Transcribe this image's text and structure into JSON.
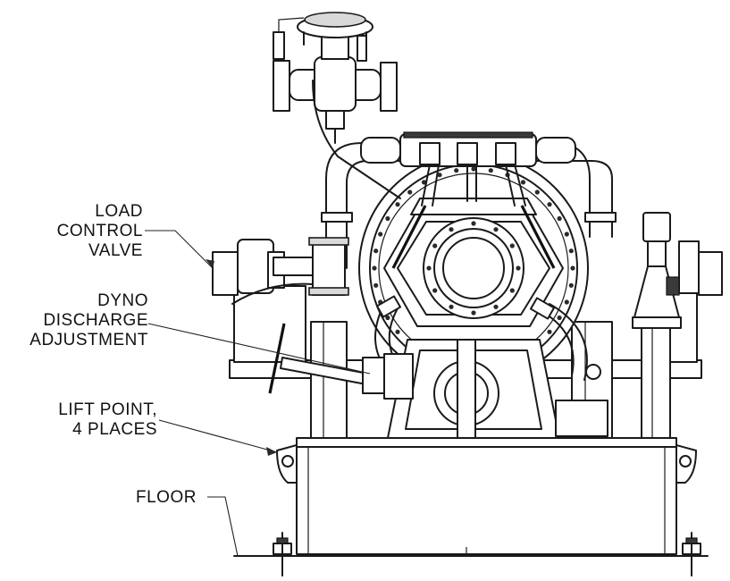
{
  "labels": {
    "load_control_valve": [
      "LOAD",
      "CONTROL",
      "VALVE"
    ],
    "dyno_discharge_adjustment": [
      "DYNO",
      "DISCHARGE",
      "ADJUSTMENT"
    ],
    "lift_point": [
      "LIFT POINT,",
      "4 PLACES"
    ],
    "floor": "FLOOR"
  }
}
